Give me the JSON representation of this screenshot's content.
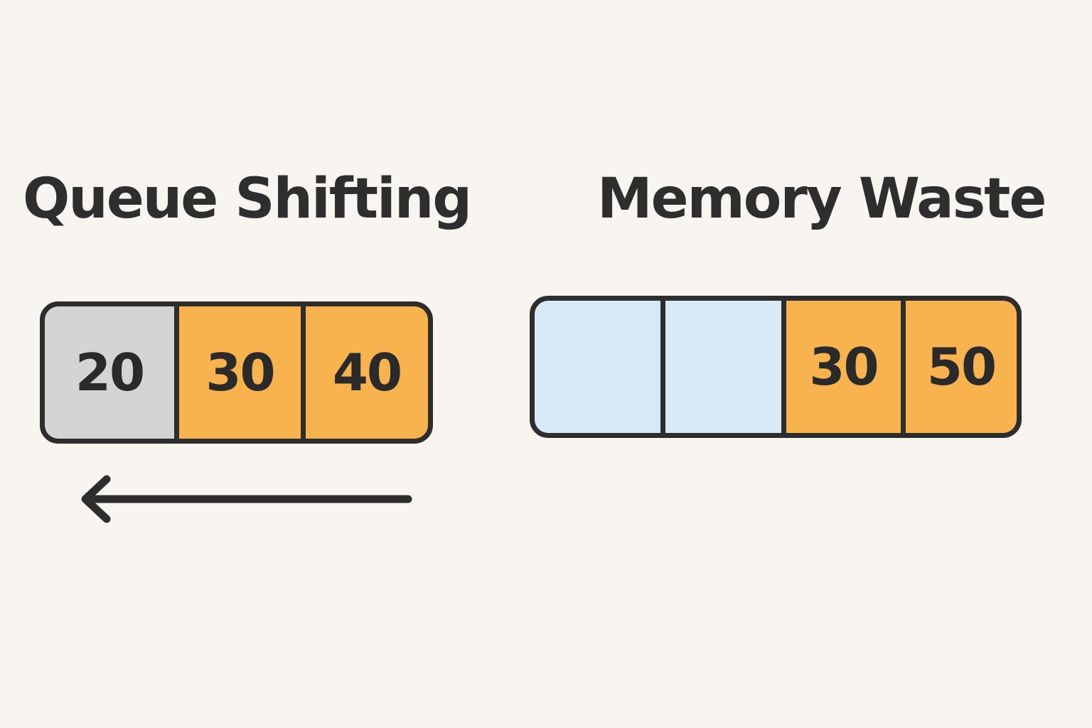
{
  "left_panel": {
    "title": "Queue Shifting",
    "cells": [
      {
        "label": "20",
        "state": "dequeued",
        "color": "#d4d4d4"
      },
      {
        "label": "30",
        "state": "occupied",
        "color": "#f8b24e"
      },
      {
        "label": "40",
        "state": "occupied",
        "color": "#f8b24e"
      }
    ],
    "arrow_direction": "left",
    "arrow_icon": "arrow-left-icon"
  },
  "right_panel": {
    "title": "Memory Waste",
    "cells": [
      {
        "label": "",
        "state": "empty",
        "color": "#d7eaf5"
      },
      {
        "label": "",
        "state": "empty",
        "color": "#d7eaf5"
      },
      {
        "label": "30",
        "state": "occupied",
        "color": "#f8b24e"
      },
      {
        "label": "50",
        "state": "occupied",
        "color": "#f8b24e"
      }
    ]
  },
  "colors": {
    "background": "#f8f5f0",
    "outline": "#2d2d2d",
    "text": "#2e2e2e",
    "occupied": "#f8b24e",
    "dequeued": "#d4d4d4",
    "empty": "#d7eaf5"
  }
}
